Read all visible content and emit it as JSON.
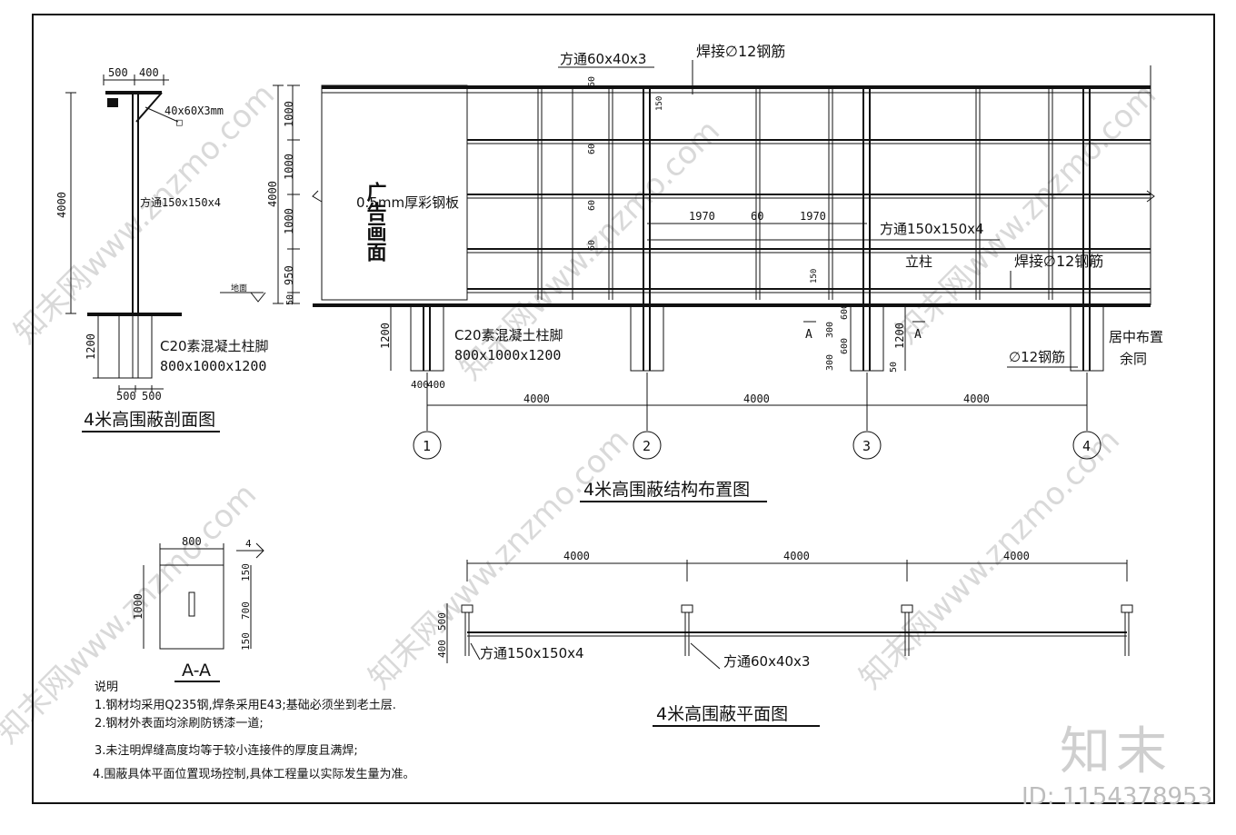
{
  "titles": {
    "section": "4米高围蔽剖面图",
    "structure": "4米高围蔽结构布置图",
    "plan": "4米高围蔽平面图",
    "detail_aa": "A-A"
  },
  "section_view": {
    "dim_top_left": "500",
    "dim_top_right": "400",
    "dim_height": "4000",
    "dim_footing_h": "1200",
    "dim_bottom_left": "500",
    "dim_bottom_right": "500",
    "label_bracket": "40x60X3mm",
    "label_bracket_mark": "□",
    "label_post": "方通150x150x4",
    "label_ground": "地面",
    "label_footing_1": "C20素混凝土柱脚",
    "label_footing_2": "800x1000x1200"
  },
  "structure_view": {
    "top_label_tube": "方通60x40x3",
    "top_label_weld": "焊接∅12钢筋",
    "panel_label": "0.5mm厚彩钢板",
    "ad_text": "广告画面",
    "dim_span_a": "1970",
    "dim_gap": "60",
    "dim_span_b": "1970",
    "post_label": "方通150x150x4",
    "post_name": "立柱",
    "weld_label_2": "焊接∅12钢筋",
    "footing_1": "C20素混凝土柱脚",
    "footing_2": "800x1000x1200",
    "center_note_1": "居中布置",
    "center_note_2": "余同",
    "rebar_label": "∅12钢筋",
    "dim_total": "4000",
    "row_dims": [
      "1000",
      "1000",
      "1000",
      "950",
      "50"
    ],
    "dim_1200": "1200",
    "dim_150": "150",
    "dim_60": "60",
    "dim_400": "400",
    "dim_300": "300",
    "dim_600": "600",
    "dim_50": "50",
    "section_mark": "A",
    "bay_dims": [
      "4000",
      "4000",
      "4000"
    ],
    "axis_labels": [
      "1",
      "2",
      "3",
      "4"
    ]
  },
  "detail_aa": {
    "dim_width": "800",
    "dim_height": "1000",
    "dim_150_top": "150",
    "dim_700": "700",
    "dim_150_bottom": "150",
    "dim_4": "4"
  },
  "plan_view": {
    "bay_dims": [
      "4000",
      "4000",
      "4000"
    ],
    "dim_500": "500",
    "dim_400": "400",
    "label_post": "方通150x150x4",
    "label_rail": "方通60x40x3"
  },
  "notes": {
    "heading": "说明",
    "items": [
      "1.钢材均采用Q235钢,焊条采用E43;基础必须坐到老土层.",
      "2.钢材外表面均涂刷防锈漆一道;",
      "3.未注明焊缝高度均等于较小连接件的厚度且满焊;",
      "4.围蔽具体平面位置现场控制,具体工程量以实际发生量为准。"
    ]
  },
  "watermark": {
    "text": "知末网www.znzmo.com",
    "brand": "知末",
    "id_label": "ID: 1154378953"
  }
}
